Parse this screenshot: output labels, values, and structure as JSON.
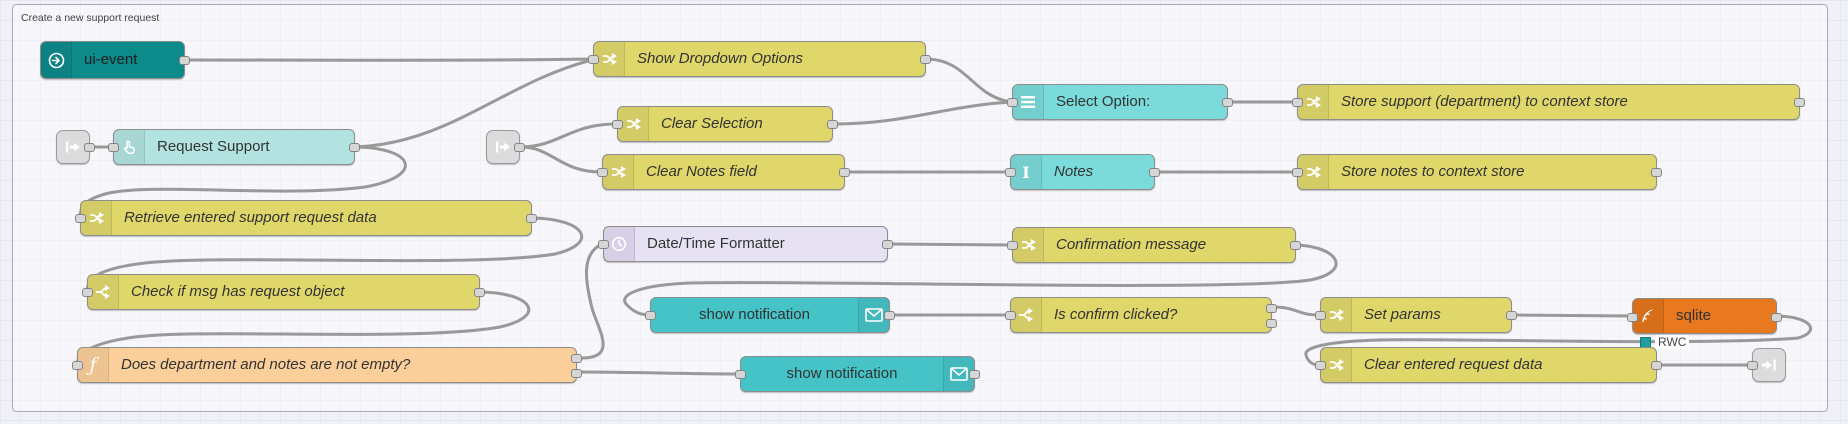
{
  "group": {
    "title": "Create a new support request"
  },
  "nodes": {
    "ui_event": {
      "label": "ui-event"
    },
    "show_dropdown_options": {
      "label": "Show Dropdown Options"
    },
    "request_support": {
      "label": "Request Support"
    },
    "clear_selection": {
      "label": "Clear Selection"
    },
    "clear_notes_field": {
      "label": "Clear Notes field"
    },
    "select_option": {
      "label": "Select Option:"
    },
    "notes": {
      "label": "Notes"
    },
    "store_support": {
      "label": "Store support (department) to context store"
    },
    "store_notes": {
      "label": "Store notes to context store"
    },
    "retrieve_data": {
      "label": "Retrieve entered support request data"
    },
    "datetime_formatter": {
      "label": "Date/Time Formatter"
    },
    "confirmation_message": {
      "label": "Confirmation message"
    },
    "check_request": {
      "label": "Check if msg has request object"
    },
    "show_notification_top": {
      "label": "show notification"
    },
    "show_notification_bottom": {
      "label": "show notification"
    },
    "is_confirm_clicked": {
      "label": "Is confirm clicked?"
    },
    "set_params": {
      "label": "Set params"
    },
    "sqlite": {
      "label": "sqlite",
      "status_text": "RWC"
    },
    "does_not_empty": {
      "label": "Does department and notes are not empty?"
    },
    "clear_entered": {
      "label": "Clear entered request data"
    }
  },
  "icons": {
    "ui_event": "circle-right-arrow-icon",
    "request_support": "hand-pointer-icon",
    "change_nodes": "shuffle-arrows-icon",
    "switch_nodes": "fork-arrows-icon",
    "function_node": "italic-f-icon",
    "select_option": "list-icon",
    "notes": "ibeam-cursor-icon",
    "notification": "envelope-icon",
    "datetime_formatter": "clock-icon",
    "sqlite": "feather-icon",
    "link_nodes": "link-arrow-icon"
  },
  "colors": {
    "change_switch_yellow": "#e0d76b",
    "function_peach": "#fbcf9a",
    "ui_event_teal": "#0d8a8a",
    "button_cyan_light": "#b2e3e0",
    "widget_cyan": "#7bdada",
    "notification_teal": "#46c3c7",
    "datetime_lavender": "#e7e2f3",
    "sqlite_orange": "#e8791f",
    "link_gray": "#dcdcdc",
    "wire_gray": "#999999",
    "status_teal": "#1f9e9e",
    "canvas": "#f0f1f8"
  }
}
